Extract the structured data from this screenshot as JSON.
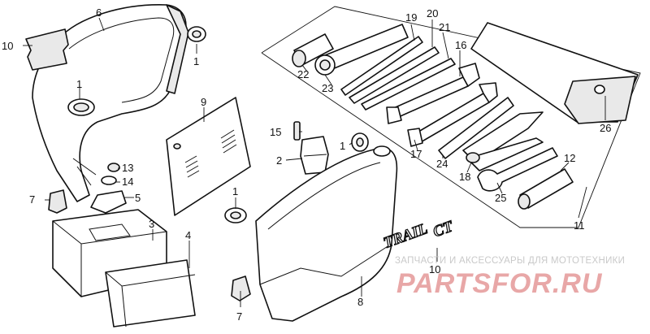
{
  "labels": {
    "p1a": "1",
    "p1b": "1",
    "p1c": "1",
    "p1d": "1",
    "p1e": "1",
    "p2": "2",
    "p3": "3",
    "p4": "4",
    "p5": "5",
    "p6": "6",
    "p7a": "7",
    "p7b": "7",
    "p8": "8",
    "p9": "9",
    "p10a": "10",
    "p10b": "10",
    "p11": "11",
    "p12": "12",
    "p13": "13",
    "p14": "14",
    "p15": "15",
    "p16": "16",
    "p17": "17",
    "p18": "18",
    "p19": "19",
    "p20": "20",
    "p21": "21",
    "p22": "22",
    "p23": "23",
    "p24": "24",
    "p25": "25",
    "p26": "26"
  },
  "emblem": {
    "line1": "TRAIL",
    "line2": "CT"
  },
  "watermark": {
    "tagline": "ЗАПЧАСТИ И АКСЕССУАРЫ ДЛЯ МОТОТЕХНИКИ",
    "brand": "PARTSFOR.RU",
    "brand_color": "#e8a7a7"
  }
}
